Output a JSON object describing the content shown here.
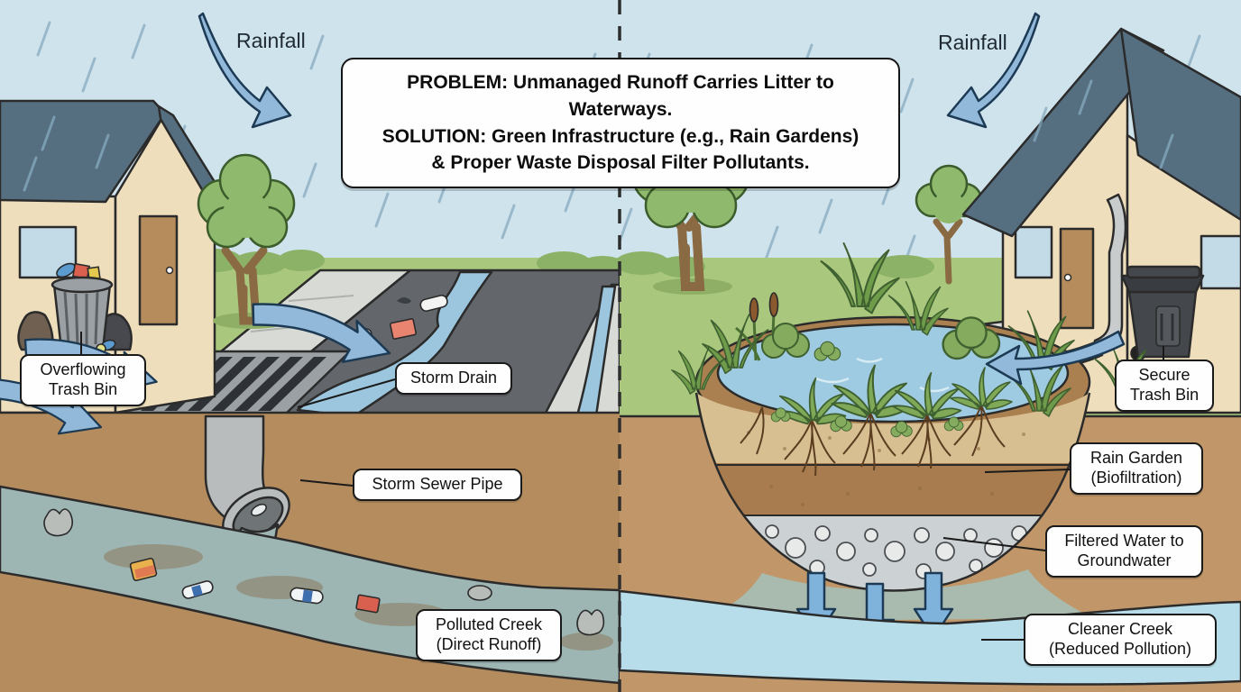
{
  "header": {
    "lines": [
      "PROBLEM: Unmanaged Runoff Carries Litter to Waterways.",
      "SOLUTION: Green Infrastructure (e.g., Rain Gardens)",
      "& Proper Waste Disposal Filter Pollutants."
    ]
  },
  "left_panel": {
    "rainfall": "Rainfall",
    "labels": {
      "overflowing_trash_bin": {
        "lines": [
          "Overflowing",
          "Trash Bin"
        ]
      },
      "storm_drain": {
        "lines": [
          "Storm Drain"
        ]
      },
      "storm_sewer_pipe": {
        "lines": [
          "Storm Sewer Pipe"
        ]
      },
      "polluted_creek": {
        "lines": [
          "Polluted Creek",
          "(Direct Runoff)"
        ]
      }
    }
  },
  "right_panel": {
    "rainfall": "Rainfall",
    "labels": {
      "secure_trash_bin": {
        "lines": [
          "Secure",
          "Trash Bin"
        ]
      },
      "rain_garden": {
        "lines": [
          "Rain Garden",
          "(Biofiltration)"
        ]
      },
      "filtered_water": {
        "lines": [
          "Filtered Water to",
          "Groundwater"
        ]
      },
      "cleaner_creek": {
        "lines": [
          "Cleaner Creek",
          "(Reduced Pollution)"
        ]
      }
    }
  },
  "colors": {
    "sky": "#cfe3ed",
    "grass": "#a9c87e",
    "grass_dark": "#8bb267",
    "soil_left": "#b58c5e",
    "soil_right": "#c19668",
    "road": "#63666a",
    "sidewalk": "#d8dad6",
    "roof": "#566f80",
    "wall": "#eedebc",
    "door": "#b68c5c",
    "water_clean": "#b7dcea",
    "water_polluted": "#9db5b3",
    "pond": "#9ecbe2",
    "gutter_water": "#9cc6dd",
    "arrow_blue": "#92b9d9",
    "arrow_outline": "#1d3a54",
    "sand": "#d8bf92",
    "subsoil": "#a87c4e",
    "gravel": "#ccd1d3",
    "plume": "#a9bbae",
    "bin_dark": "#44484d",
    "can_gray": "#9aa0a3"
  }
}
